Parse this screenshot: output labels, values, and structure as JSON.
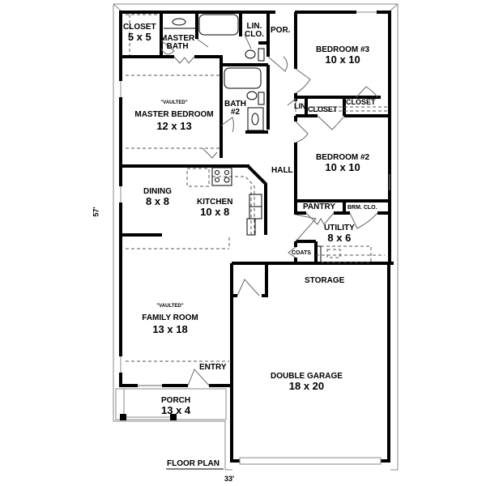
{
  "title": "FLOOR PLAN",
  "dimensions": {
    "width_label": "33'",
    "depth_label": "57'"
  },
  "rooms": {
    "closet_master": {
      "name": "CLOSET",
      "size": "5 x 5"
    },
    "master_bath": {
      "name": "MASTER",
      "name2": "BATH"
    },
    "lin_clo": {
      "name": "LIN.",
      "name2": "CLO."
    },
    "por": {
      "name": "POR."
    },
    "bedroom3": {
      "name": "BEDROOM #3",
      "size": "10 x 10"
    },
    "master_bedroom": {
      "note": "\"VAULTED\"",
      "name": "MASTER BEDROOM",
      "size": "12 x 13"
    },
    "bath2": {
      "name": "BATH",
      "name2": "#2"
    },
    "lin": {
      "name": "LIN."
    },
    "closet_b2": {
      "name": "CLOSET"
    },
    "closet_b3": {
      "name": "CLOSET"
    },
    "hall": {
      "name": "HALL"
    },
    "bedroom2": {
      "name": "BEDROOM #2",
      "size": "10 x 10"
    },
    "dining": {
      "name": "DINING",
      "size": "8 x 8"
    },
    "kitchen": {
      "name": "KITCHEN",
      "size": "10 x 8"
    },
    "pantry": {
      "name": "PANTRY"
    },
    "brm_clo": {
      "name": "BRM. CLO."
    },
    "utility": {
      "name": "UTILITY",
      "size": "8 x 6"
    },
    "coats": {
      "name": "COATS"
    },
    "storage": {
      "name": "STORAGE"
    },
    "family_room": {
      "note": "\"VAULTED\"",
      "name": "FAMILY ROOM",
      "size": "13 x 18"
    },
    "entry": {
      "name": "ENTRY"
    },
    "double_garage": {
      "name": "DOUBLE GARAGE",
      "size": "18 x 20"
    },
    "porch": {
      "name": "PORCH",
      "size": "13 x 4"
    }
  }
}
